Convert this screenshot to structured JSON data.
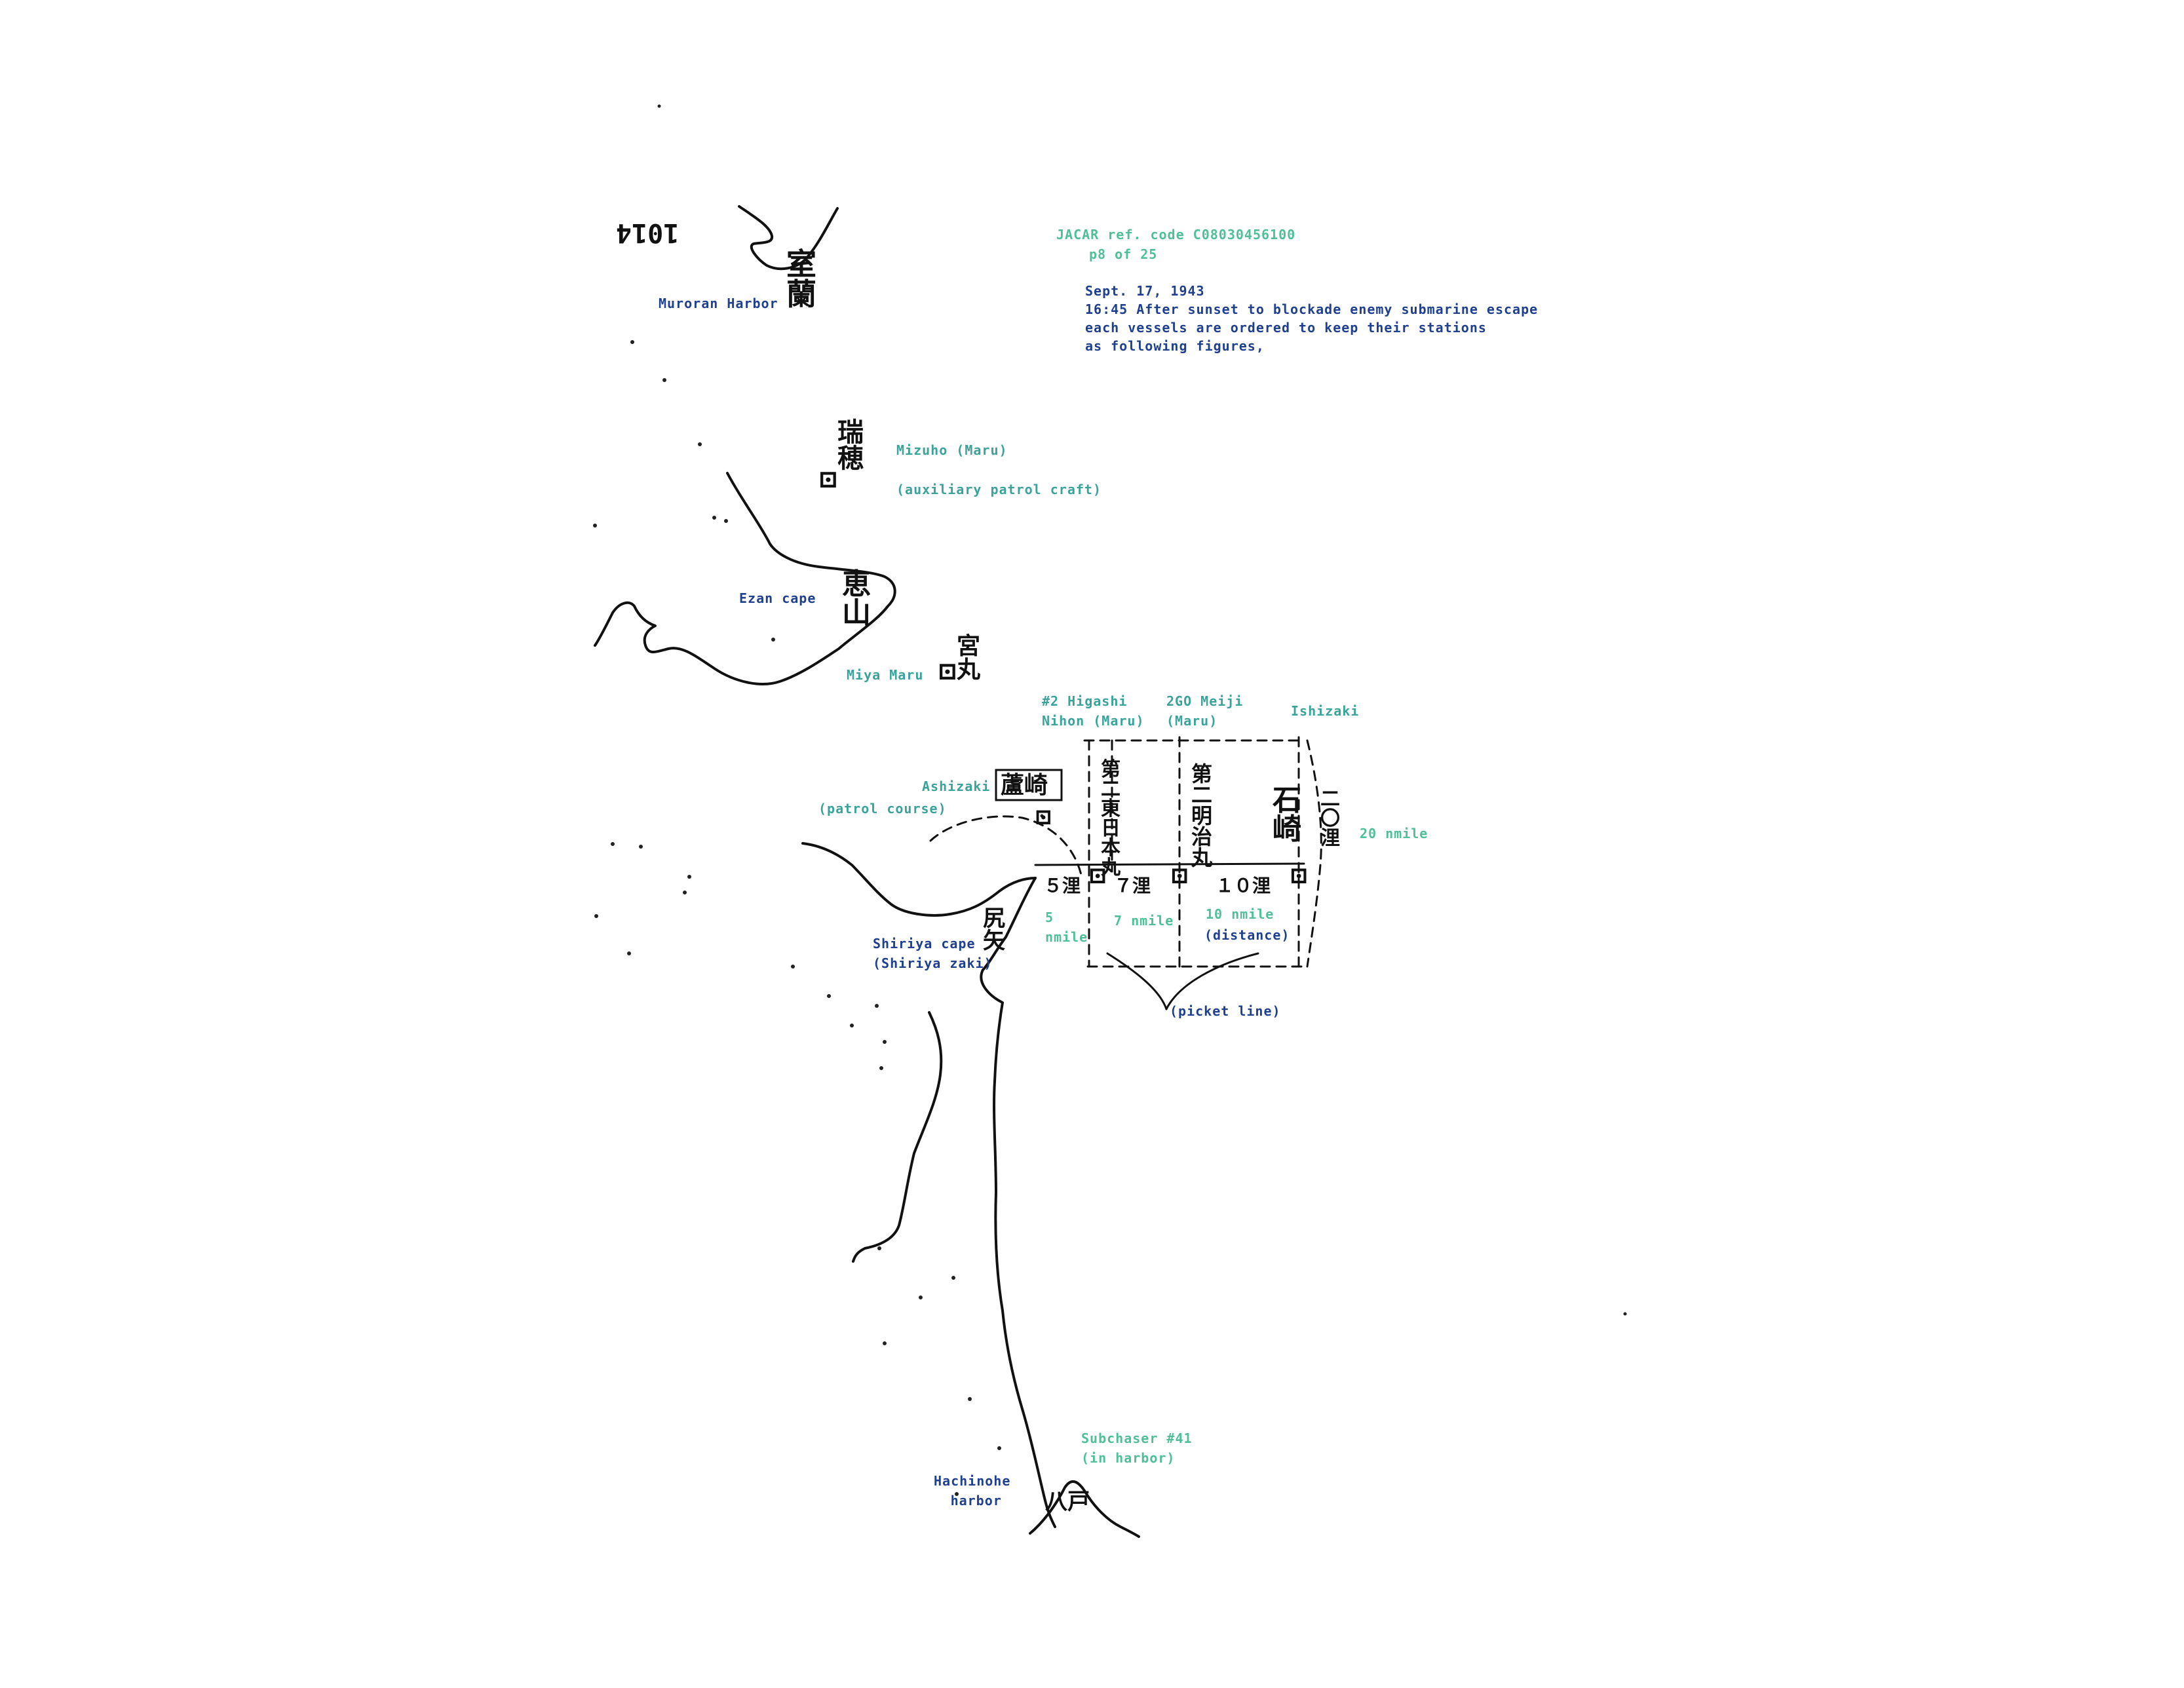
{
  "document": {
    "page_number_inverted": "1014",
    "ref_code": "JACAR ref. code C08030456100",
    "ref_page": "p8 of 25",
    "note_date": "Sept. 17, 1943",
    "note_line1": "16:45 After sunset to blockade enemy submarine escape",
    "note_line2": "each vessels are ordered to keep their stations",
    "note_line3": "as following figures,"
  },
  "places": {
    "muroran": "Muroran Harbor",
    "ezan": "Ezan cape",
    "ashizaki": "Ashizaki",
    "shiriya_1": "Shiriya cape",
    "shiriya_2": "(Shiriya zaki)",
    "hachinohe_1": "Hachinohe",
    "hachinohe_2": "harbor",
    "ishizaki": "Ishizaki"
  },
  "vessels": {
    "mizuho_1": "Mizuho (Maru)",
    "mizuho_2": "(auxiliary patrol craft)",
    "miya": "Miya Maru",
    "higashi_1": "#2 Higashi",
    "higashi_2": "Nihon (Maru)",
    "meiji_1": "2GO Meiji",
    "meiji_2": "(Maru)",
    "subchaser_1": "Subchaser #41",
    "subchaser_2": "(in harbor)"
  },
  "annotations": {
    "patrol_course": "(patrol course)",
    "d5_1": "5",
    "d5_2": "nmile",
    "d7": "7 nmile",
    "d10": "10 nmile",
    "distance": "(distance)",
    "d20": "20 nmile",
    "picket_line": "(picket line)"
  },
  "kanji": {
    "muroran": "室蘭",
    "mizuho": "瑞穂",
    "ezan": "恵山",
    "miya": "宮丸",
    "ashizaki": "蘆崎",
    "higashi": "第二東日本丸",
    "meiji": "第二明治丸",
    "ishizaki": "石崎",
    "shiriya": "尻矢",
    "hachinohe": "八戸",
    "d5": "５浬",
    "d7": "７浬",
    "d10": "１０浬",
    "d20": "二〇浬",
    "ship_glyph": "⊡"
  },
  "colors": {
    "ink": "#111111",
    "blue_label": "#1f3f8f",
    "teal_label": "#3aa39a",
    "green_label": "#4fbf97"
  }
}
